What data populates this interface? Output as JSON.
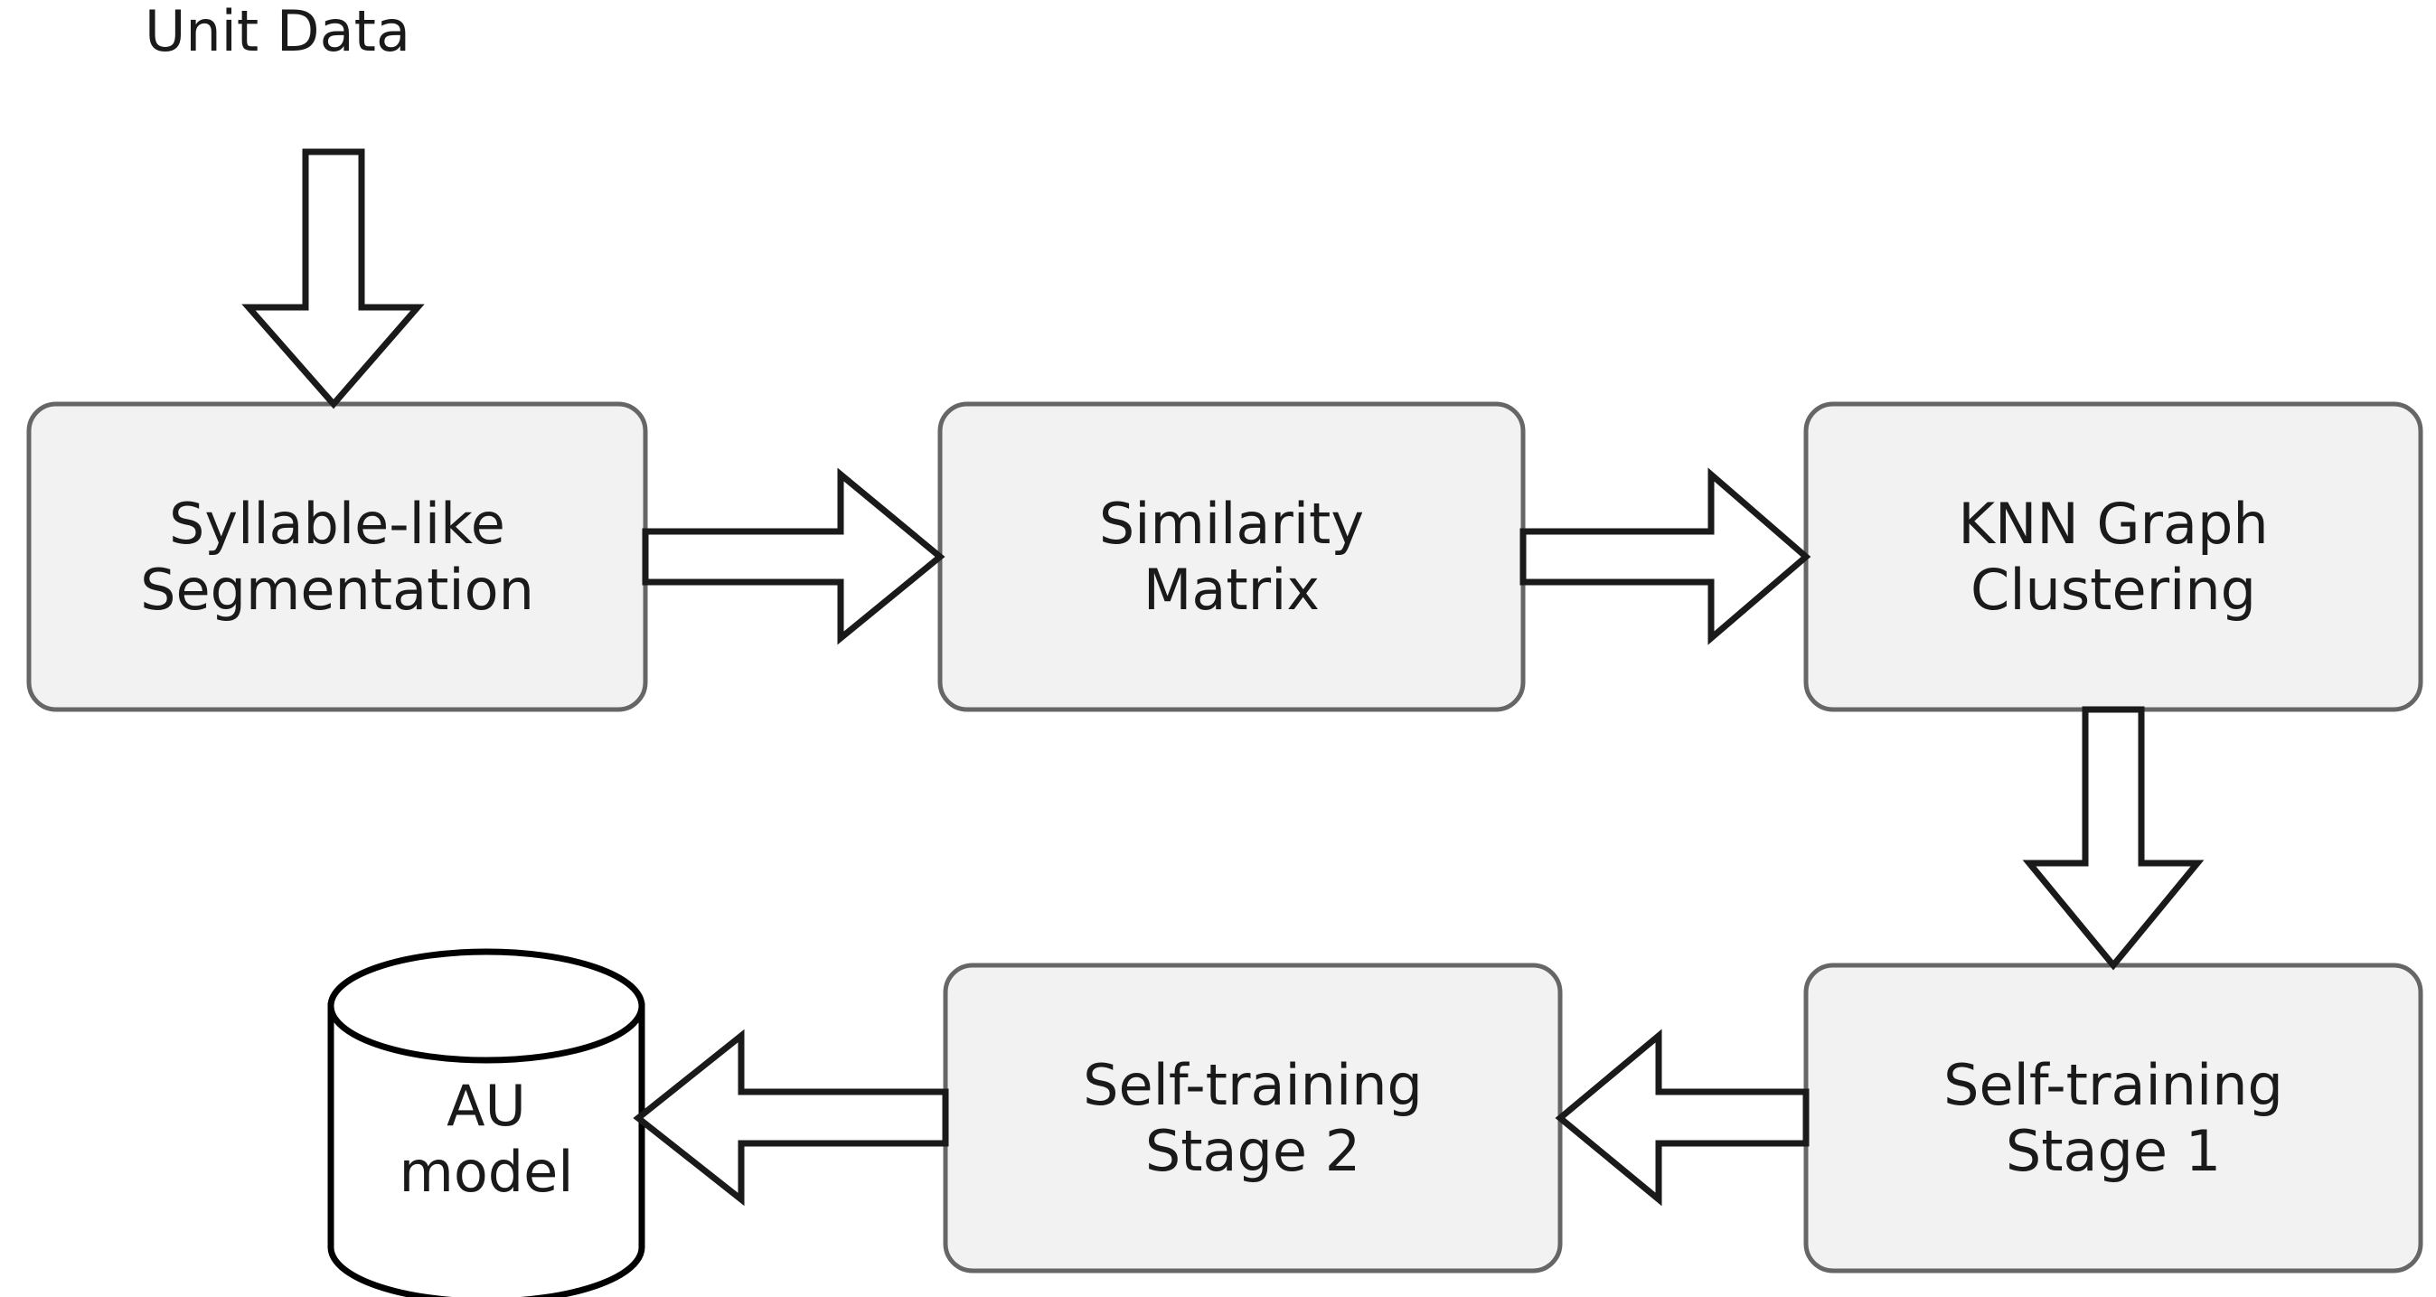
{
  "diagram": {
    "title_caption": "Unit Data",
    "background_color": "#ffffff",
    "box_fill": "#f2f2f2",
    "box_stroke": "#666666",
    "cylinder_fill": "#ffffff",
    "cylinder_stroke": "#000000",
    "arrow_fill": "#ffffff",
    "arrow_stroke": "#1a1a1a",
    "text_color": "#1a1a1a",
    "nodes": [
      {
        "id": "syllable-segmentation",
        "shape": "rounded-rectangle",
        "line1": "Syllable-like",
        "line2": "Segmentation"
      },
      {
        "id": "similarity-matrix",
        "shape": "rounded-rectangle",
        "line1": "Similarity",
        "line2": "Matrix"
      },
      {
        "id": "knn-graph-clustering",
        "shape": "rounded-rectangle",
        "line1": "KNN Graph",
        "line2": "Clustering"
      },
      {
        "id": "self-training-stage-1",
        "shape": "rounded-rectangle",
        "line1": "Self-training",
        "line2": "Stage 1"
      },
      {
        "id": "self-training-stage-2",
        "shape": "rounded-rectangle",
        "line1": "Self-training",
        "line2": "Stage 2"
      },
      {
        "id": "au-model",
        "shape": "cylinder",
        "line1": "AU",
        "line2": "model"
      }
    ],
    "edges": [
      {
        "id": "unit-data-to-syllable",
        "from": "Unit Data",
        "to": "Syllable-like Segmentation",
        "direction": "down"
      },
      {
        "id": "syllable-to-similarity",
        "from": "Syllable-like Segmentation",
        "to": "Similarity Matrix",
        "direction": "right"
      },
      {
        "id": "similarity-to-knn",
        "from": "Similarity Matrix",
        "to": "KNN Graph Clustering",
        "direction": "right"
      },
      {
        "id": "knn-to-stage1",
        "from": "KNN Graph Clustering",
        "to": "Self-training Stage 1",
        "direction": "down"
      },
      {
        "id": "stage1-to-stage2",
        "from": "Self-training Stage 1",
        "to": "Self-training Stage 2",
        "direction": "left"
      },
      {
        "id": "stage2-to-au-model",
        "from": "Self-training Stage 2",
        "to": "AU model",
        "direction": "left"
      }
    ]
  }
}
